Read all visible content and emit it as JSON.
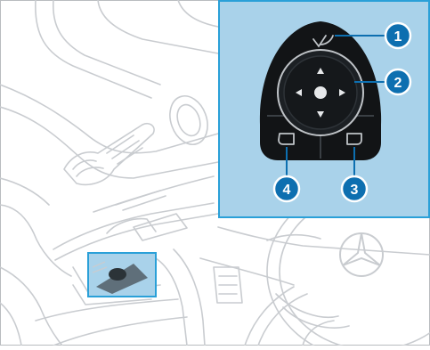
{
  "colors": {
    "frame": "#b9bcbf",
    "linework": "#c9ccd0",
    "inset_background": "#a9d2ea",
    "inset_border": "#2aa0d8",
    "callout_fill": "#0d6fb0",
    "callout_ring": "#ffffff",
    "callout_text": "#ffffff",
    "control_panel": "#121416",
    "control_accent": "#bfc3c7",
    "highlight_box": "#2aa0d8",
    "highlight_fill": "#a9d2ea"
  },
  "callouts": {
    "c1": "1",
    "c2": "2",
    "c3": "3",
    "c4": "4"
  },
  "icons": {
    "fold_mirror": "mirror-fold-icon",
    "direction_pad": "direction-pad-icon",
    "right_mirror": "right-mirror-select-icon",
    "left_mirror": "left-mirror-select-icon",
    "steering_logo": "three-pointed-star-logo"
  }
}
